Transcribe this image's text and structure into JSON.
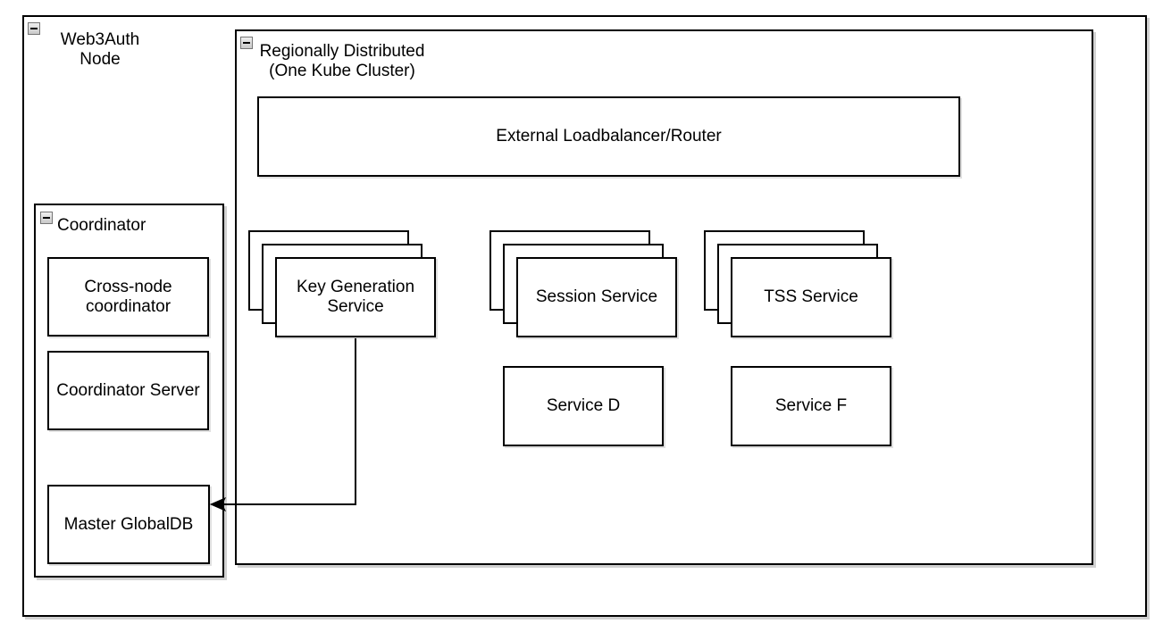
{
  "canvas": {
    "background": "#ffffff",
    "stroke_color": "#000000",
    "font_color": "#000000"
  },
  "icons": {
    "collapse_glyph": "minus"
  },
  "outer_container": {
    "label": "Web3Auth Node"
  },
  "cluster_container": {
    "label": "Regionally Distributed (One Kube Cluster)"
  },
  "coordinator_container": {
    "label": "Coordinator"
  },
  "nodes": {
    "external_lb": {
      "label": "External Loadbalancer/Router"
    },
    "key_generation_service": {
      "label": "Key Generation Service",
      "instances": 3
    },
    "session_service": {
      "label": "Session Service",
      "instances": 3
    },
    "tss_service": {
      "label": "TSS Service",
      "instances": 3
    },
    "service_d": {
      "label": "Service D"
    },
    "service_f": {
      "label": "Service F"
    },
    "cross_node_coordinator": {
      "label": "Cross-node coordinator"
    },
    "coordinator_server": {
      "label": "Coordinator Server"
    },
    "master_globaldb": {
      "label": "Master GlobalDB"
    }
  },
  "edges": [
    {
      "from": "Key Generation Service",
      "to": "Master GlobalDB",
      "style": "orthogonal",
      "arrow_end": "filled-left-arrow"
    }
  ]
}
